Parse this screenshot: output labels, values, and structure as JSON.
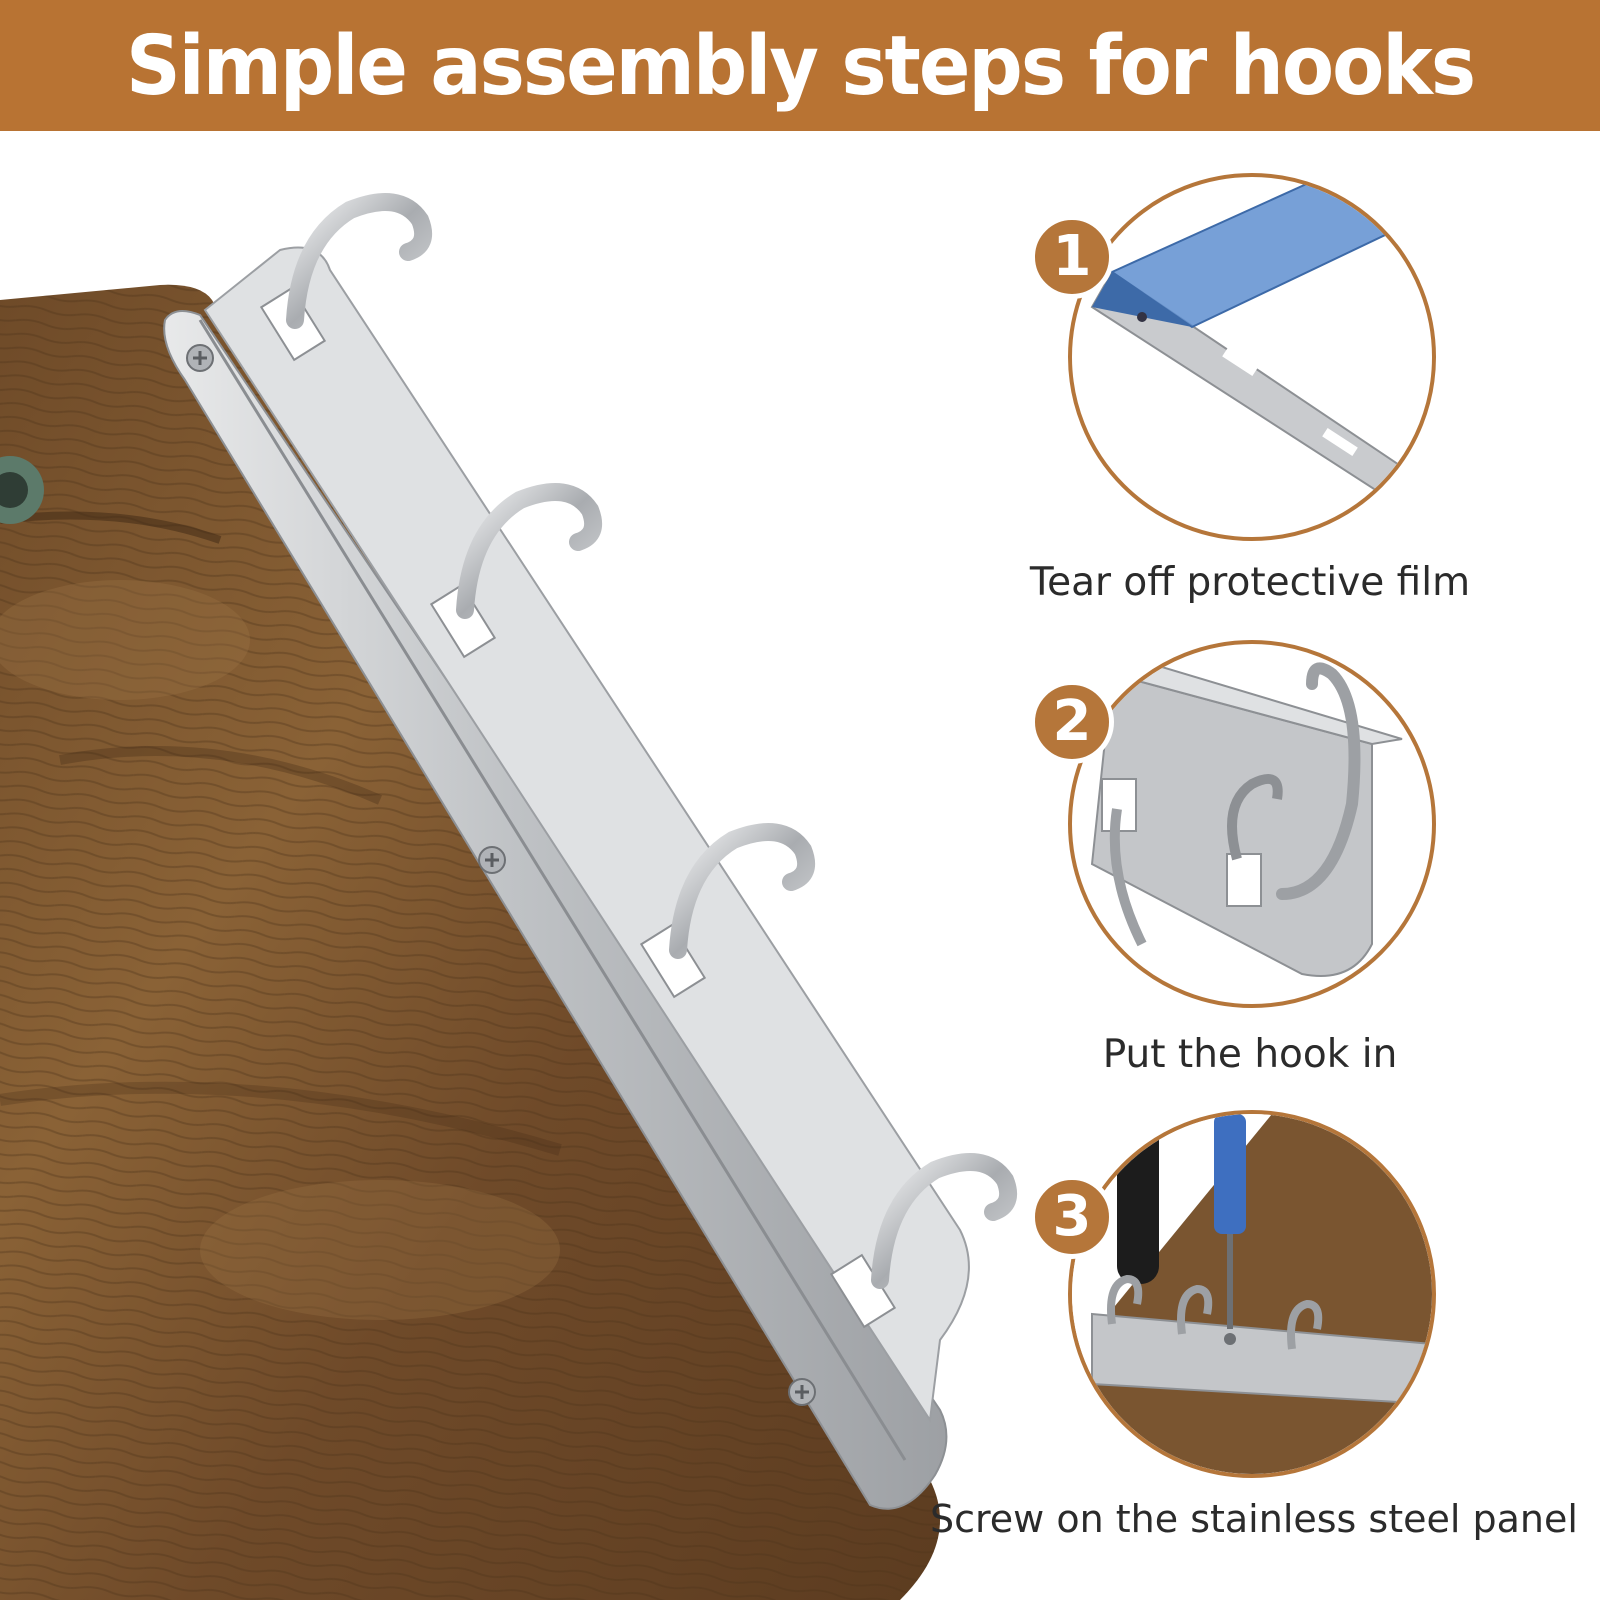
{
  "banner": {
    "title": "Simple assembly steps for hooks",
    "background_color": "#b87333",
    "text_color": "#ffffff"
  },
  "steps": [
    {
      "number": "1",
      "caption": "Tear off protective film"
    },
    {
      "number": "2",
      "caption": "Put the hook in"
    },
    {
      "number": "3",
      "caption": "Screw on the stainless steel panel"
    }
  ],
  "colors": {
    "accent": "#b5763a",
    "wood": "#7a5530",
    "steel": "#c4c6c9",
    "protective_film": "#4f7fc4"
  }
}
